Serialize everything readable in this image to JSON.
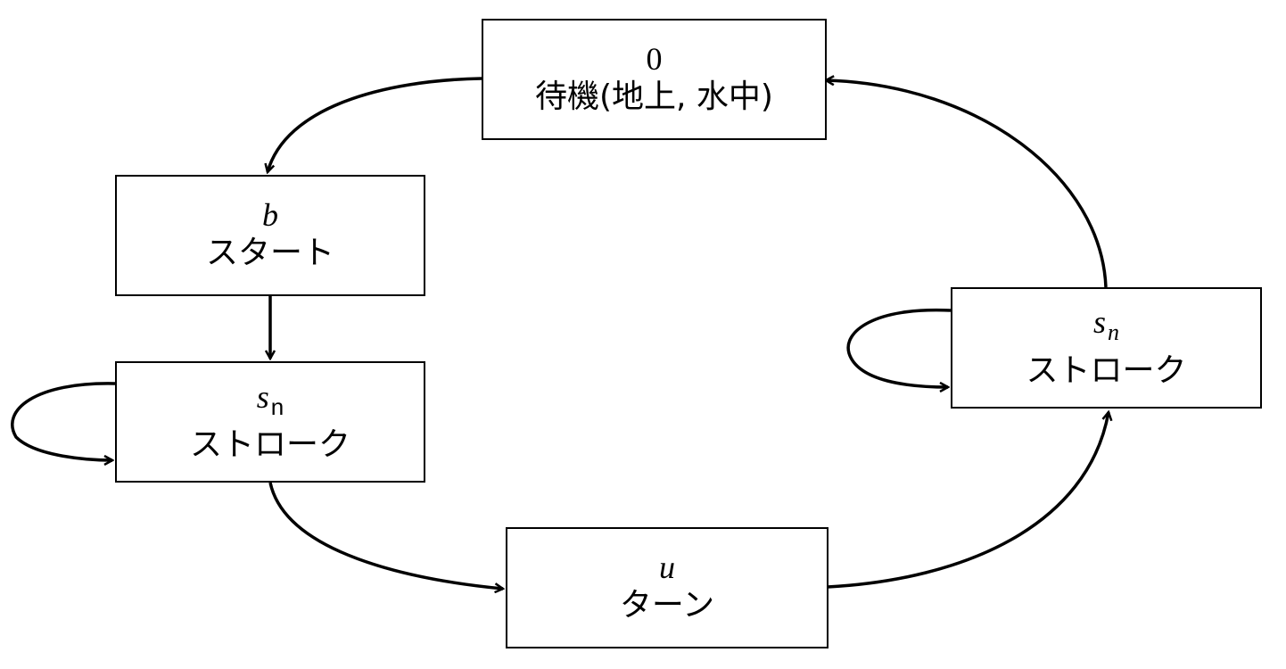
{
  "nodes": {
    "idle": {
      "symbol": "0",
      "label": "待機(地上, 水中)"
    },
    "start": {
      "symbol": "b",
      "label": "スタート"
    },
    "stroke1": {
      "symbol": "s",
      "subscript": "n",
      "label": "ストローク"
    },
    "turn": {
      "symbol": "u",
      "label": "ターン"
    },
    "stroke2": {
      "symbol": "s",
      "subscript": "n",
      "label": "ストローク"
    }
  }
}
